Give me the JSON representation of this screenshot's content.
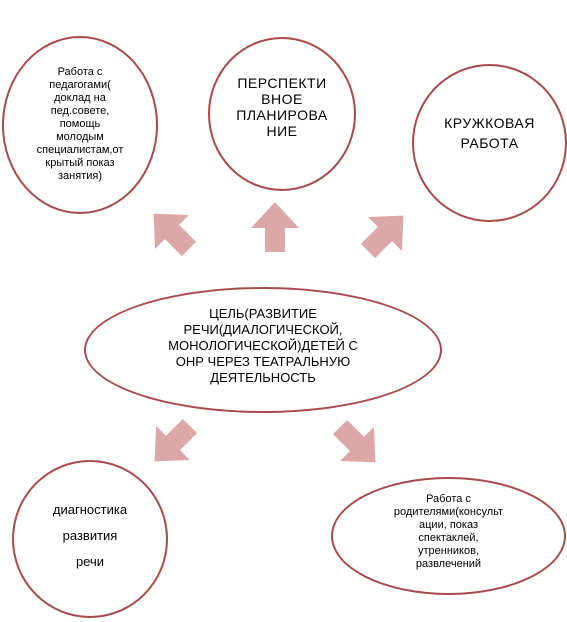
{
  "colors": {
    "ellipse_border": "#a84a47",
    "arrow_fill": "#dca8a6"
  },
  "nodes": {
    "teachers": "Работа с\nпедагогами(\nдоклад на\nпед.совете,\nпомощь\nмолодым\nспециалистам,от\nкрытый показ\nзанятия)",
    "planning": "ПЕРСПЕКТИ\nВНОЕ\nПЛАНИРОВА\nНИЕ",
    "circle_work": "КРУЖКОВАЯ\nРАБОТА",
    "goal": "ЦЕЛЬ(РАЗВИТИЕ\nРЕЧИ(ДИАЛОГИЧЕСКОЙ,\nМОНОЛОГИЧЕСКОЙ)ДЕТЕЙ С\nОНР ЧЕРЕЗ ТЕАТРАЛЬНУЮ\nДЕЯТЕЛЬНОСТЬ",
    "diagnostics": "диагностика\nразвития\nречи",
    "parents": "Работа с\nродителями(консульт\nации, показ\nспектаклей,\nутренников,\nразвлечений"
  }
}
